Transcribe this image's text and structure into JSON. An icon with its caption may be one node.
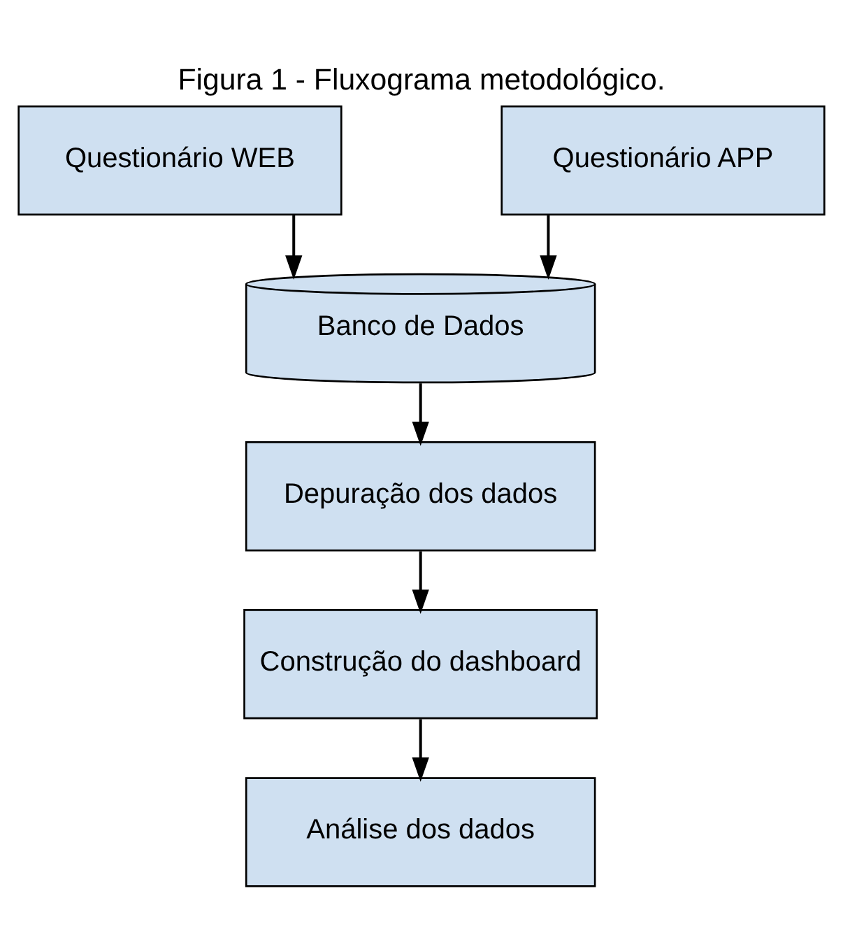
{
  "diagram": {
    "title": "Figura 1 - Fluxograma metodológico.",
    "nodes": [
      {
        "text": [
          "Questionário WEB"
        ]
      },
      {
        "text": [
          "Questionário APP"
        ]
      },
      {
        "text": [
          "Banco de Dados"
        ]
      },
      {
        "text": [
          "Depuração dos dados"
        ]
      },
      {
        "text": [
          "Construção do dashboard"
        ]
      },
      {
        "text": [
          "Análise dos dados"
        ]
      }
    ],
    "edges": [
      {
        "from": 0,
        "to": 2,
        "arrow": "to"
      },
      {
        "from": 1,
        "to": 2,
        "arrow": "to"
      },
      {
        "from": 2,
        "to": 3,
        "arrow": "to"
      },
      {
        "from": 3,
        "to": 4,
        "arrow": "to"
      },
      {
        "from": 4,
        "to": 5,
        "arrow": "to"
      }
    ]
  }
}
